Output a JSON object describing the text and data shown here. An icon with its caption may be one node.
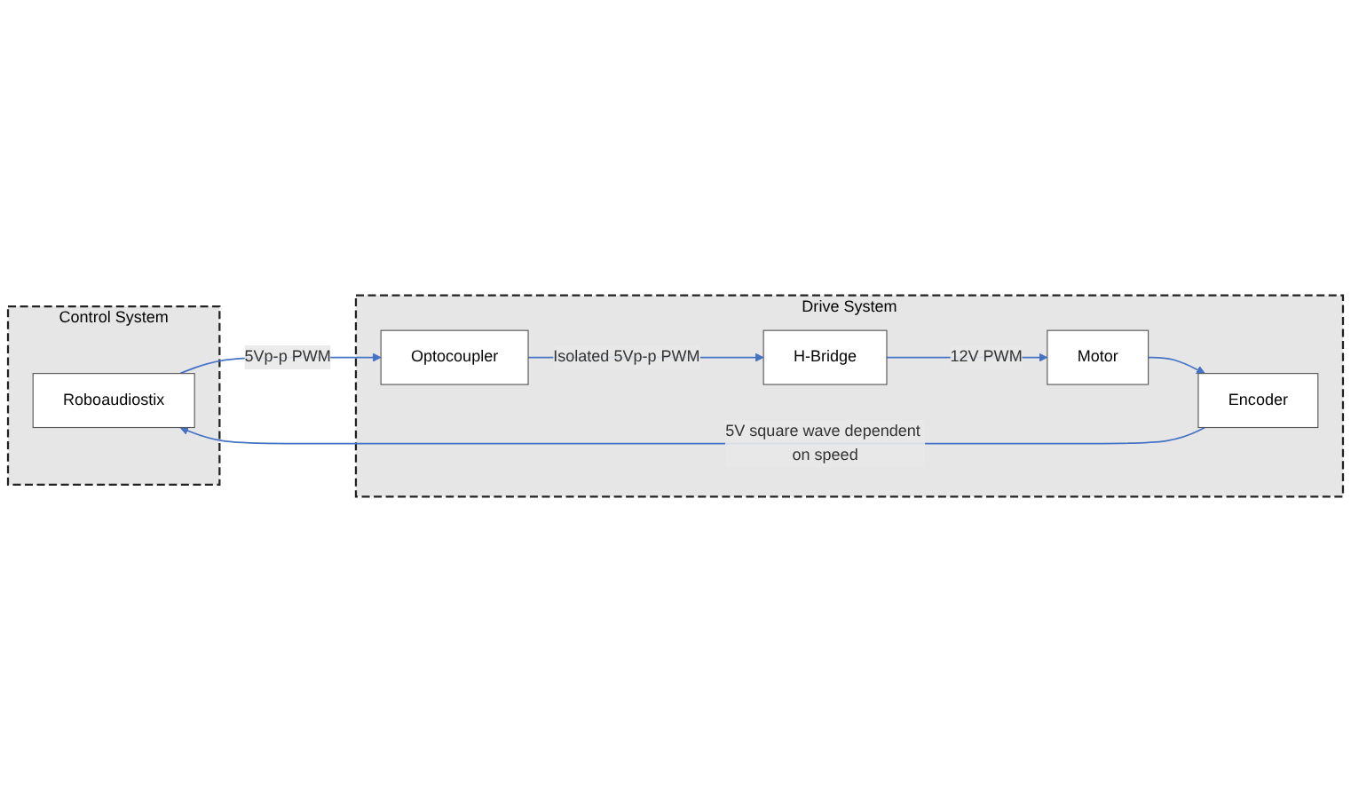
{
  "diagram": {
    "nodes": [
      {
        "text": [
          "Control System"
        ]
      },
      {
        "text": [
          "Roboaudiostix"
        ],
        "in": 0
      },
      {
        "text": [
          "Drive System"
        ]
      },
      {
        "text": [
          "Optocoupler"
        ],
        "in": 2
      },
      {
        "text": [
          "H-Bridge"
        ],
        "in": 2
      },
      {
        "text": [
          "Motor"
        ],
        "in": 2
      },
      {
        "text": [
          "Encoder"
        ],
        "in": 2
      }
    ],
    "edges": [
      {
        "from": 1,
        "to": 3,
        "arrow": "to",
        "label": "5Vp-p PWM"
      },
      {
        "from": 3,
        "to": 4,
        "arrow": "to",
        "label": "Isolated 5Vp-p PWM"
      },
      {
        "from": 4,
        "to": 5,
        "arrow": "to",
        "label": "12V PWM"
      },
      {
        "from": 5,
        "to": 6,
        "arrow": "to"
      },
      {
        "from": 6,
        "to": 1,
        "arrow": "to",
        "label": "5V square wave dependent on speed"
      }
    ]
  }
}
